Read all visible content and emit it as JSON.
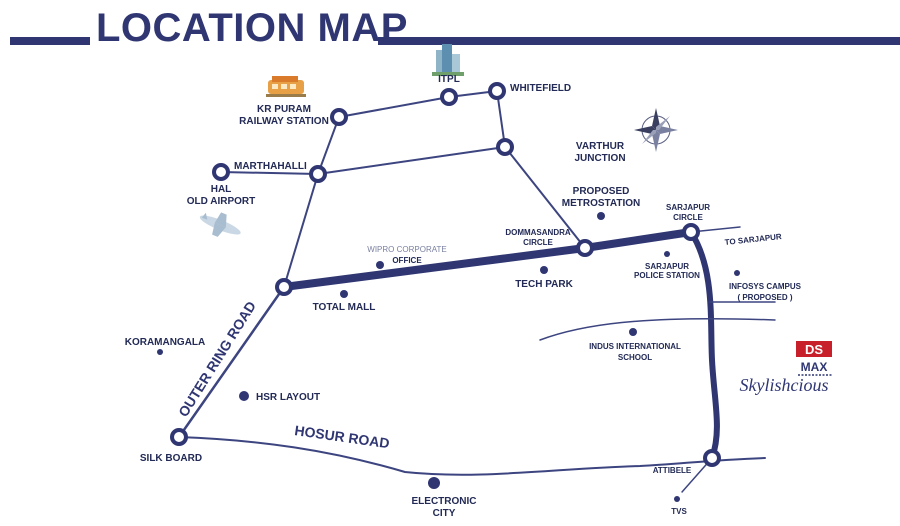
{
  "title": "LOCATION MAP",
  "roads": {
    "outer_ring": "OUTER RING ROAD",
    "hosur": "HOSUR ROAD"
  },
  "labels": {
    "itpl": "ITPL",
    "whitefield": "WHITEFIELD",
    "kr_puram_1": "KR PURAM",
    "kr_puram_2": "RAILWAY STATION",
    "varthur_1": "VARTHUR",
    "varthur_2": "JUNCTION",
    "marthahalli": "MARTHAHALLI",
    "hal_1": "HAL",
    "hal_2": "OLD AIRPORT",
    "metro_1": "PROPOSED",
    "metro_2": "METROSTATION",
    "sarjapur_circle_1": "SARJAPUR",
    "sarjapur_circle_2": "CIRCLE",
    "dommasandra_1": "DOMMASANDRA",
    "dommasandra_2": "CIRCLE",
    "to_sarjapur": "TO SARJAPUR",
    "wipro_1": "WIPRO CORPORATE",
    "wipro_2": "OFFICE",
    "sarjapur_police_1": "SARJAPUR",
    "sarjapur_police_2": "POLICE STATION",
    "tech_park": "TECH PARK",
    "infosys_1": "INFOSYS CAMPUS",
    "infosys_2": "( PROPOSED )",
    "total_mall": "TOTAL MALL",
    "koramangala": "KORAMANGALA",
    "indus_1": "INDUS INTERNATIONAL",
    "indus_2": "SCHOOL",
    "hsr_layout": "HSR LAYOUT",
    "silk_board": "SILK BOARD",
    "attibele": "ATTIBELE",
    "electronic_1": "ELECTRONIC",
    "electronic_2": "CITY",
    "tvs": "TVS"
  },
  "brand": {
    "ds": "DS",
    "max": "MAX",
    "name": "Skylishcious"
  },
  "icons": [
    "compass-icon",
    "building-icon",
    "train-icon",
    "airplane-icon"
  ],
  "colors": {
    "primary": "#2f3672",
    "road": "#3d4580",
    "text": "#222a55",
    "brand_red": "#c8202a"
  }
}
